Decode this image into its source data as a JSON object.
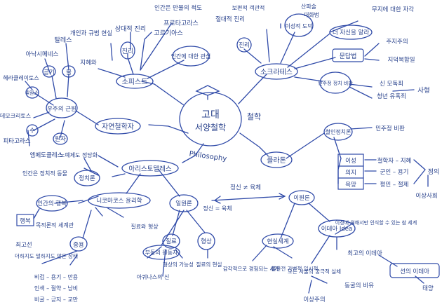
{
  "center": {
    "title": "고대",
    "subtitle": "서양철학",
    "english": "Philosophy",
    "tag": "철학"
  },
  "branches": {
    "sophist": {
      "label": "소피스트",
      "items": [
        "상대적 진리",
        "진리",
        "개인과 규범 현실",
        "지혜와",
        "인간은 만물의 척도",
        "프로타고라스",
        "고르기아스",
        "인간에 대한 관심"
      ]
    },
    "natural": {
      "label": "자연철학자",
      "items": [
        "탈레스",
        "아낙시메네스",
        "공기",
        "불",
        "헤라클레이토스",
        "우주의 근원",
        "원자",
        "피타고라스",
        "수",
        "엠페도클레스",
        "데모크리토스",
        "4원소"
      ]
    },
    "socrates": {
      "label": "소크라테스",
      "items": [
        "절대적 진리",
        "보편적 객관적",
        "진리",
        "이성적 도덕",
        "산파술",
        "대화법",
        "무지에 대한 자각",
        "너 자신을 알라",
        "주지주의",
        "지덕복합일",
        "문답법",
        "민주정 정치 비판",
        "신 모독죄",
        "청년 유혹죄",
        "사형"
      ]
    },
    "plato": {
      "label": "플라톤",
      "items": [
        "철인정치론",
        "민주정 비판",
        "이성",
        "철학자 – 지혜",
        "의지",
        "군인 – 용기",
        "욕망",
        "평민 – 절제",
        "정의",
        "이상사회",
        "이원론",
        "현실세계",
        "감각적으로 경험되는 세계",
        "불완전 가변적 일시적",
        "이데아 Idea",
        "이성에 의해서만 인식할 수 있는 참 세계",
        "최고의 이데아",
        "선의 이데아",
        "모든 사물의 궁극적 실체",
        "동굴의 비유",
        "이상주의",
        "태양"
      ]
    },
    "aristotle": {
      "label": "아리스토텔레스",
      "items": [
        "정치론",
        "노예제도 정당화",
        "인간은 정치적 동물",
        "니코마코스 윤리학",
        "인간의 행복",
        "행복",
        "목적론적 세계관",
        "최고선",
        "중용",
        "더하지도 덜하지도 않은 상태",
        "비겁 – 용기 – 만용",
        "인색 – 절약 – 낭비",
        "비굴 – 긍지 – 교만",
        "일원론",
        "형상",
        "질료",
        "질료와 형상",
        "부동의 원동자",
        "아퀴나스의 신",
        "형상의 가능성",
        "질료의 현실",
        "정신 = 육체"
      ]
    }
  },
  "links": {
    "cross_label": "정신 ≠ 육체"
  }
}
